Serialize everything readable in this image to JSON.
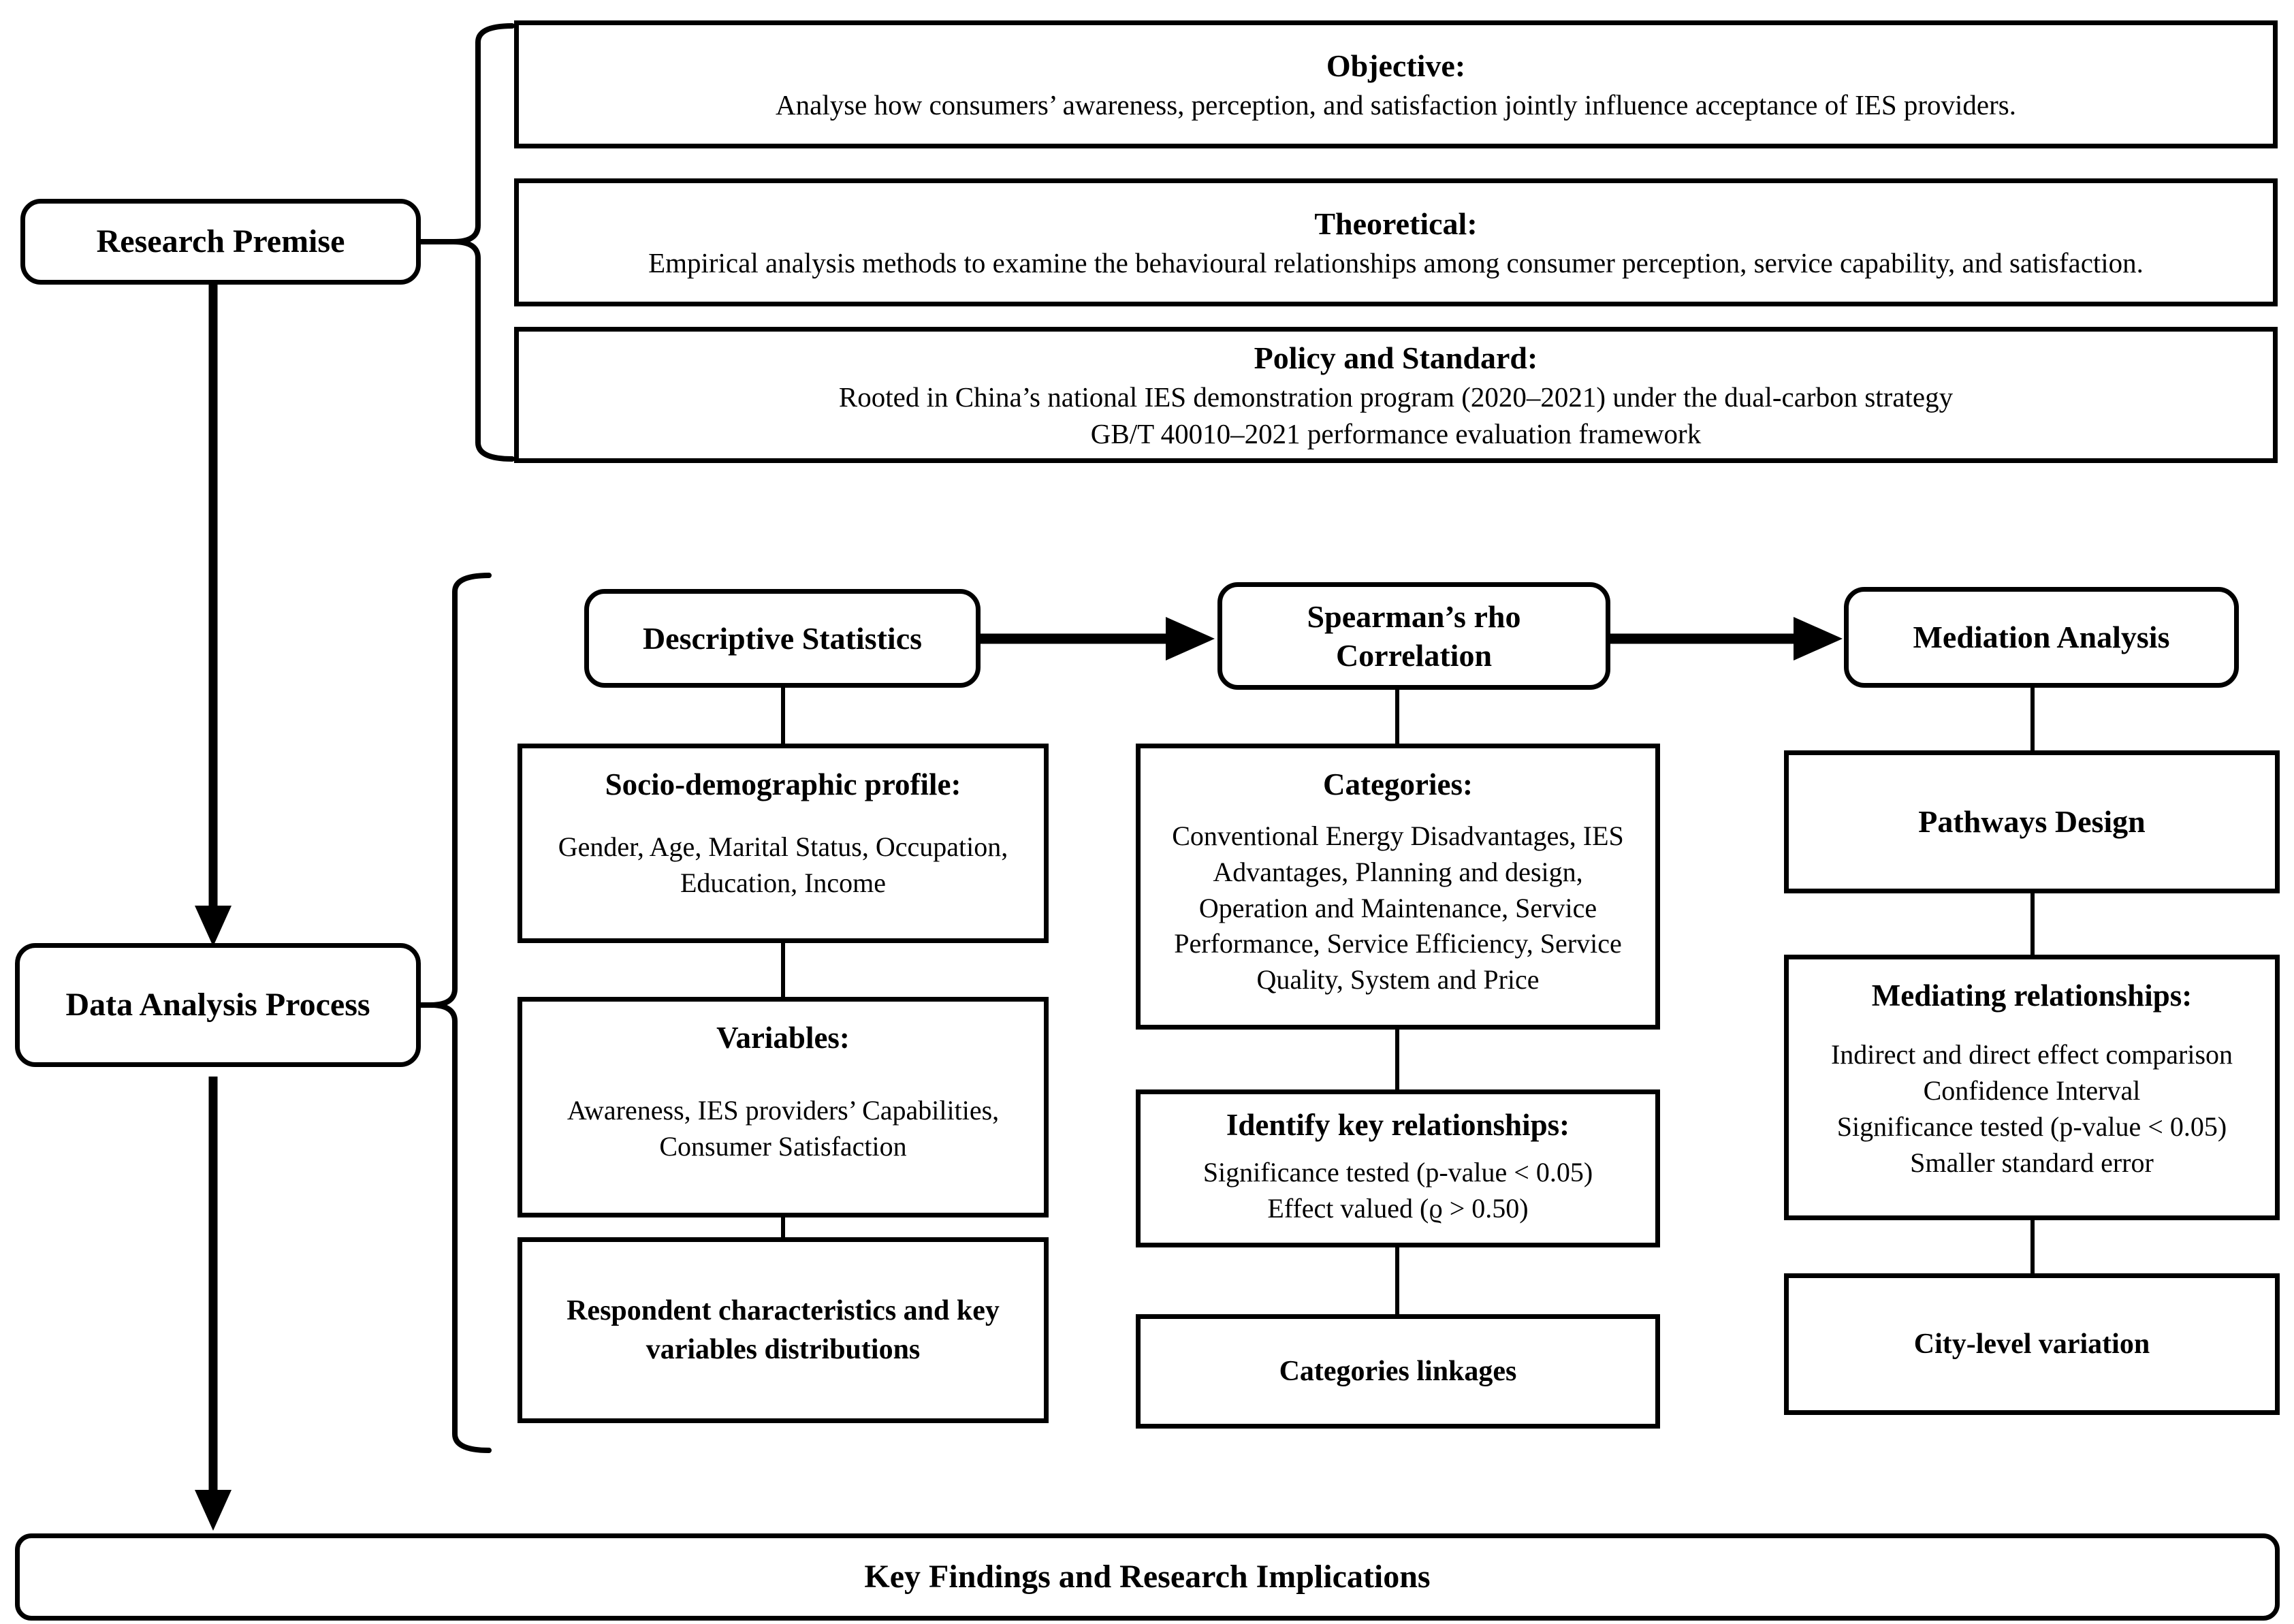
{
  "diagram": {
    "premise": {
      "label": "Research Premise"
    },
    "process": {
      "label": "Data Analysis Process"
    },
    "footer": {
      "label": "Key Findings and Research Implications"
    },
    "premise_boxes": [
      {
        "title": "Objective:",
        "body": "Analyse how consumers’ awareness, perception, and satisfaction jointly influence acceptance of IES providers."
      },
      {
        "title": "Theoretical:",
        "body": "Empirical analysis methods to examine the behavioural relationships among consumer perception, service capability, and satisfaction."
      },
      {
        "title": "Policy and Standard:",
        "body": "Rooted in China’s national IES demonstration program (2020–2021) under the dual-carbon strategy\nGB/T 40010–2021 performance evaluation framework"
      }
    ],
    "columns": [
      {
        "header": "Descriptive Statistics",
        "boxes": [
          {
            "title": "Socio-demographic profile:",
            "body": "Gender, Age, Marital Status, Occupation, Education, Income"
          },
          {
            "title": "Variables:",
            "body": "Awareness, IES providers’ Capabilities, Consumer Satisfaction"
          },
          {
            "title": "",
            "body": "Respondent characteristics and key variables distributions"
          }
        ]
      },
      {
        "header": "Spearman’s rho\nCorrelation",
        "boxes": [
          {
            "title": "Categories:",
            "body": "Conventional Energy Disadvantages, IES Advantages,  Planning and design, Operation and Maintenance, Service Performance, Service Efficiency, Service Quality, System and Price"
          },
          {
            "title": "Identify key relationships:",
            "body": "Significance tested (p-value < 0.05)\nEffect valued (ϱ > 0.50)"
          },
          {
            "title": "",
            "body": "Categories linkages"
          }
        ]
      },
      {
        "header": "Mediation Analysis",
        "boxes": [
          {
            "title": "",
            "body": "Pathways Design"
          },
          {
            "title": "Mediating relationships:",
            "body": "Indirect and direct effect comparison\nConfidence Interval\nSignificance tested (p-value < 0.05)\nSmaller standard error"
          },
          {
            "title": "",
            "body": "City-level variation"
          }
        ]
      }
    ]
  }
}
